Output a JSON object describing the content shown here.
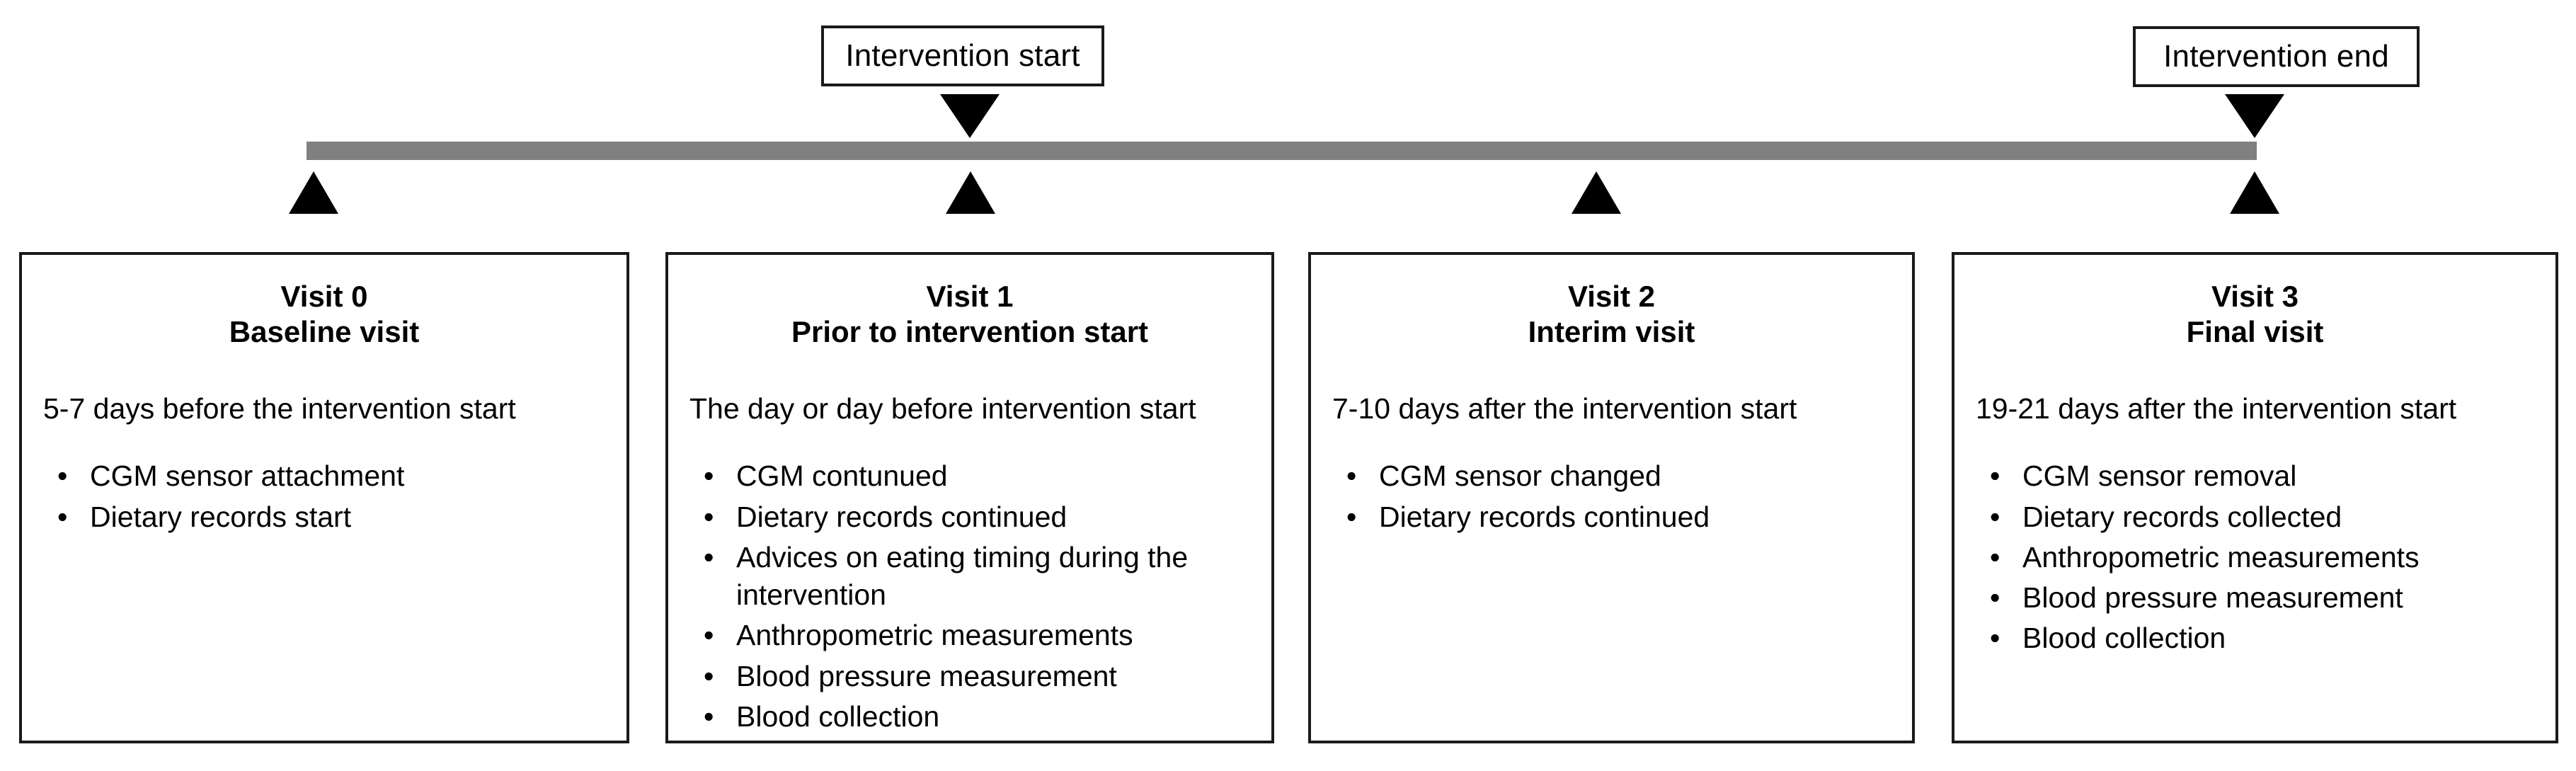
{
  "figure": {
    "type": "study-timeline-diagram",
    "colors": {
      "timeline_bar": "#808080",
      "outline": "#1a1a1a",
      "marker": "#000000",
      "background": "#ffffff"
    }
  },
  "timeline": {
    "milestones": [
      {
        "id": "intervention-start",
        "label": "Intervention start",
        "marker_icon": "triangle-down-icon"
      },
      {
        "id": "intervention-end",
        "label": "Intervention end",
        "marker_icon": "triangle-end-icon"
      }
    ],
    "visit_markers": [
      {
        "id": "marker-visit-0",
        "icon": "triangle-up-icon",
        "visit": "Visit 0"
      },
      {
        "id": "marker-visit-1",
        "icon": "triangle-up-icon",
        "visit": "Visit 1"
      },
      {
        "id": "marker-visit-2",
        "icon": "triangle-up-icon",
        "visit": "Visit 2"
      },
      {
        "id": "marker-visit-3",
        "icon": "triangle-up-icon",
        "visit": "Visit 3"
      }
    ]
  },
  "visits": [
    {
      "id": "visit-0",
      "title": "Visit 0",
      "subtitle": "Baseline visit",
      "timing": "5-7 days before the intervention start",
      "bullet_char": "•",
      "activities": [
        "CGM sensor attachment",
        "Dietary records start"
      ]
    },
    {
      "id": "visit-1",
      "title": "Visit 1",
      "subtitle": "Prior to intervention start",
      "timing": "The day or day before intervention start",
      "bullet_char": "•",
      "activities": [
        "CGM contunued",
        "Dietary records continued",
        "Advices on eating timing during the intervention",
        "Anthropometric measurements",
        "Blood pressure measurement",
        "Blood collection"
      ]
    },
    {
      "id": "visit-2",
      "title": "Visit 2",
      "subtitle": "Interim visit",
      "timing": "7-10 days after the intervention start",
      "bullet_char": "•",
      "activities": [
        "CGM sensor changed",
        "Dietary records continued"
      ]
    },
    {
      "id": "visit-3",
      "title": "Visit 3",
      "subtitle": "Final visit",
      "timing": "19-21 days after the intervention start",
      "bullet_char": "•",
      "activities": [
        "CGM sensor removal",
        "Dietary records collected",
        "Anthropometric measurements",
        "Blood pressure measurement",
        "Blood collection"
      ]
    }
  ]
}
